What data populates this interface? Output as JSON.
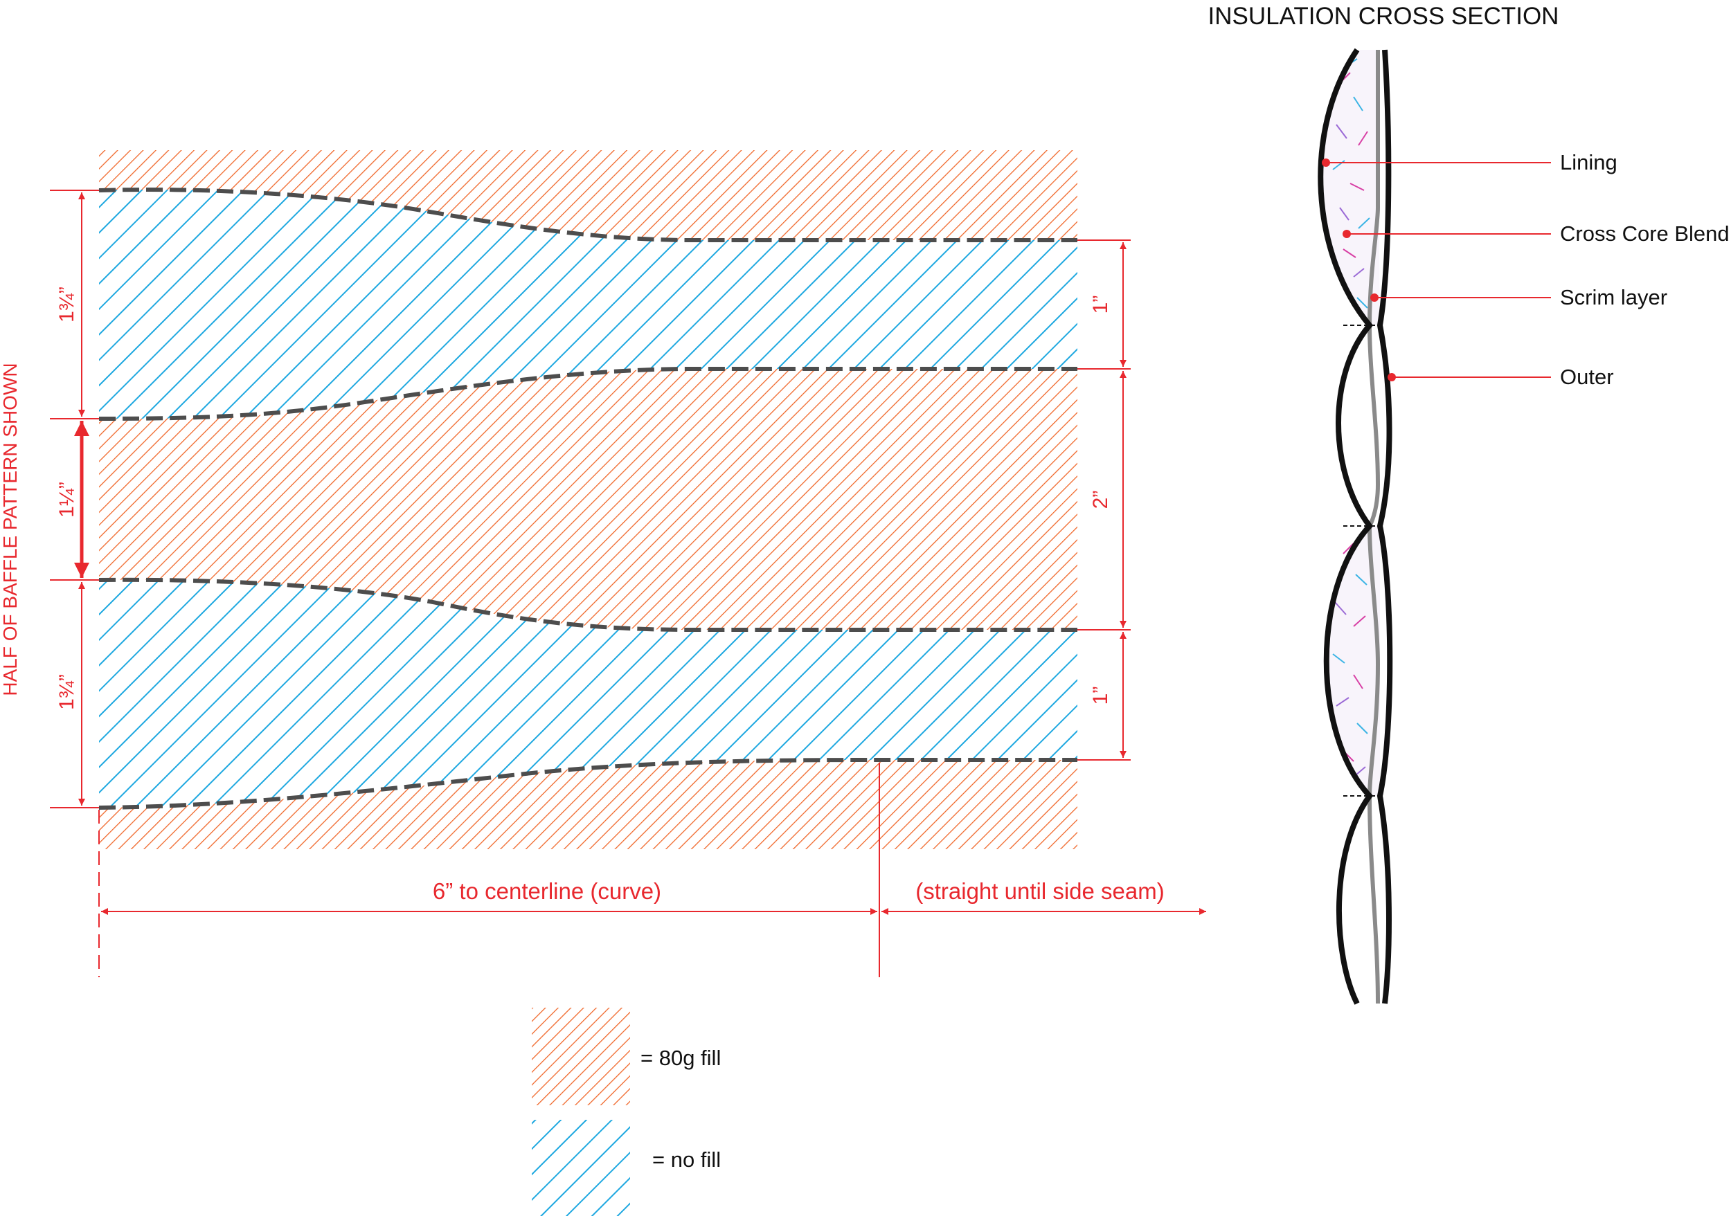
{
  "pattern": {
    "vertical_label": "HALF OF BAFFLE PATTERN SHOWN",
    "left_dimensions": [
      "1¾”",
      "1¼”",
      "1¾”"
    ],
    "right_dimensions": [
      "1”",
      "2”",
      "1”"
    ],
    "bottom_left_dimension": "6” to centerline (curve)",
    "bottom_right_dimension": "(straight until side seam)"
  },
  "legend": {
    "fill_label": "= 80g fill",
    "no_fill_label": "= no fill"
  },
  "cross_section": {
    "title": "INSULATION CROSS SECTION",
    "callouts": [
      "Lining",
      "Cross Core Blend",
      "Scrim layer",
      "Outer"
    ]
  },
  "colors": {
    "fill_hatch": "#f0672a",
    "no_fill_hatch": "#1ea8e0",
    "dimension": "#e8282e",
    "seam": "#4d4d4d",
    "outline": "#111111"
  }
}
